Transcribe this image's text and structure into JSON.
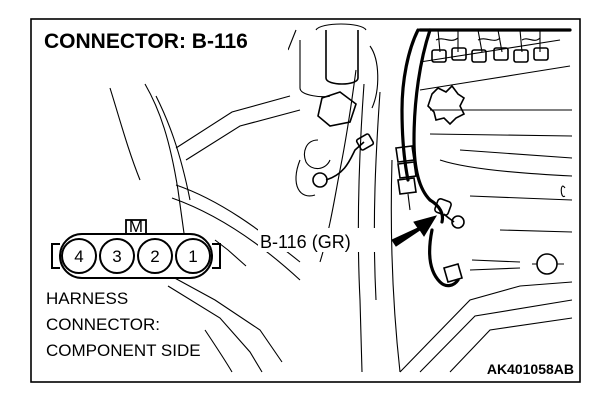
{
  "diagram": {
    "title": "CONNECTOR: B-116",
    "callout_label": "B-116 (GR)",
    "connector_marker": "M",
    "connector_pins": [
      "4",
      "3",
      "2",
      "1"
    ],
    "harness_note_lines": [
      "HARNESS",
      "CONNECTOR:",
      "COMPONENT SIDE"
    ],
    "figure_code": "AK401058AB"
  }
}
